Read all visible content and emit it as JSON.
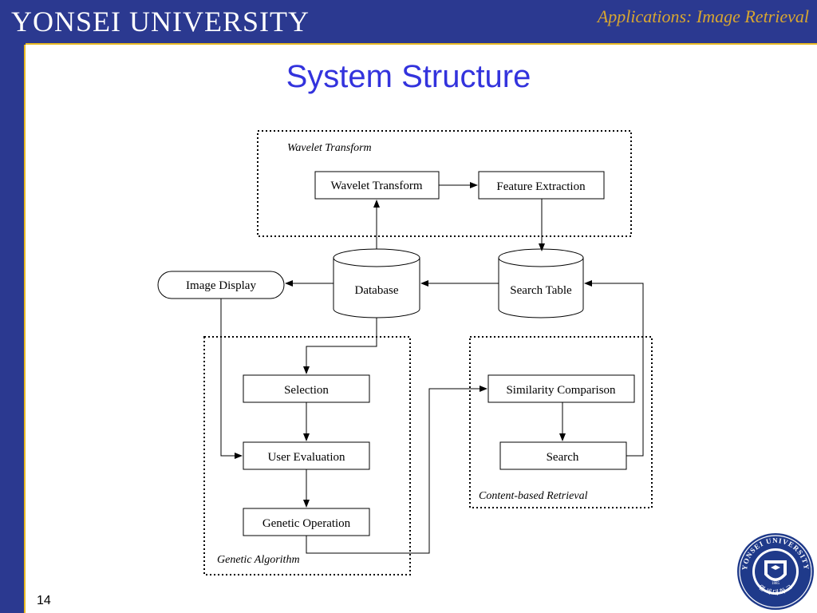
{
  "header": {
    "university": "YONSEI UNIVERSITY",
    "subtitle": "Applications: Image Retrieval"
  },
  "slide": {
    "title": "System Structure",
    "page_number": "14"
  },
  "diagram": {
    "groups": {
      "wavelet": "Wavelet Transform",
      "genetic": "Genetic Algorithm",
      "content": "Content-based Retrieval"
    },
    "nodes": {
      "wavelet_transform": "Wavelet Transform",
      "feature_extraction": "Feature Extraction",
      "image_display": "Image Display",
      "database": "Database",
      "search_table": "Search Table",
      "selection": "Selection",
      "user_evaluation": "User Evaluation",
      "genetic_operation": "Genetic Operation",
      "similarity_comparison": "Similarity Comparison",
      "search": "Search"
    }
  },
  "logo": {
    "text_top": "YONSEI UNIVERSITY",
    "year": "1885",
    "text_bottom": "연 세 대 학 교"
  },
  "colors": {
    "brand_blue": "#2b3990",
    "accent_gold": "#e8b923",
    "title_blue": "#3333dd"
  }
}
